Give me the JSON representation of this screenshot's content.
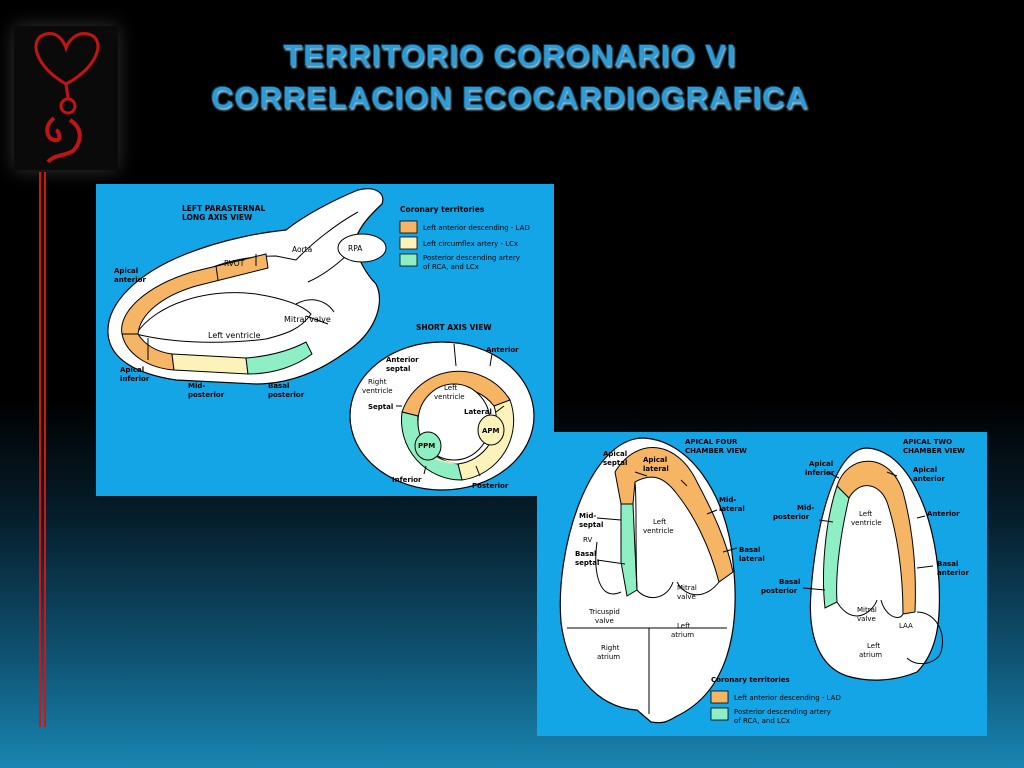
{
  "title": {
    "line1": "TERRITORIO CORONARIO VI",
    "line2": "CORRELACION  ECOCARDIOGRAFICA"
  },
  "colors": {
    "lad": "#f5b565",
    "lcx": "#fcf3bb",
    "pda": "#8fefc4",
    "panel": "#14a5e6"
  },
  "panel1": {
    "plax_title_1": "LEFT PARASTERNAL",
    "plax_title_2": "LONG AXIS VIEW",
    "legend_title": "Coronary territories",
    "legend_lad": "Left anterior descending - LAD",
    "legend_lcx": "Left circumflex artery - LCx",
    "legend_pda_1": "Posterior descending artery",
    "legend_pda_2": "of RCA, and LCx",
    "rvot": "RVOT",
    "aorta": "Aorta",
    "rpa": "RPA",
    "mitral_valve": "Mitral valve",
    "left_ventricle": "Left ventricle",
    "apical_anterior_1": "Apical",
    "apical_anterior_2": "anterior",
    "apical_inferior_1": "Apical",
    "apical_inferior_2": "inferior",
    "mid_posterior_1": "Mid-",
    "mid_posterior_2": "posterior",
    "basal_posterior_1": "Basal",
    "basal_posterior_2": "posterior",
    "sax_title": "SHORT AXIS VIEW",
    "anterior_septal_1": "Anterior",
    "anterior_septal_2": "septal",
    "anterior": "Anterior",
    "right_ventricle_1": "Right",
    "right_ventricle_2": "ventricle",
    "sax_lv_1": "Left",
    "sax_lv_2": "ventricle",
    "septal": "Septal",
    "lateral": "Lateral",
    "apm": "APM",
    "ppm": "PPM",
    "inferior": "Inferior",
    "posterior": "Posterior"
  },
  "panel2": {
    "a4c_title_1": "APICAL FOUR",
    "a4c_title_2": "CHAMBER VIEW",
    "a2c_title_1": "APICAL TWO",
    "a2c_title_2": "CHAMBER VIEW",
    "apical_septal_1": "Apical",
    "apical_septal_2": "septal",
    "apical_lateral_1": "Apical",
    "apical_lateral_2": "lateral",
    "mid_lateral_1": "Mid-",
    "mid_lateral_2": "lateral",
    "mid_septal_1": "Mid-",
    "mid_septal_2": "septal",
    "rv": "RV",
    "lv_1": "Left",
    "lv_2": "ventricle",
    "basal_septal_1": "Basal",
    "basal_septal_2": "septal",
    "basal_lateral_1": "Basal",
    "basal_lateral_2": "lateral",
    "mitral_1": "Mitral",
    "mitral_2": "valve",
    "tricuspid_1": "Tricuspid",
    "tricuspid_2": "valve",
    "right_atrium_1": "Right",
    "right_atrium_2": "atrium",
    "left_atrium_1": "Left",
    "left_atrium_2": "atrium",
    "apical_inferior_1": "Apical",
    "apical_inferior_2": "inferior",
    "apical_anterior_1": "Apical",
    "apical_anterior_2": "anterior",
    "mid_posterior_1": "Mid-",
    "mid_posterior_2": "posterior",
    "anterior": "Anterior",
    "a2c_lv_1": "Left",
    "a2c_lv_2": "ventricle",
    "basal_posterior_1": "Basal",
    "basal_posterior_2": "posterior",
    "basal_anterior_1": "Basal",
    "basal_anterior_2": "anterior",
    "a2c_mitral_1": "Mitral",
    "a2c_mitral_2": "valve",
    "laa": "LAA",
    "a2c_la_1": "Left",
    "a2c_la_2": "atrium",
    "legend_title": "Coronary territories",
    "legend_lad": "Left anterior descending - LAD",
    "legend_pda_1": "Posterior descending artery",
    "legend_pda_2": "of RCA, and LCx"
  }
}
